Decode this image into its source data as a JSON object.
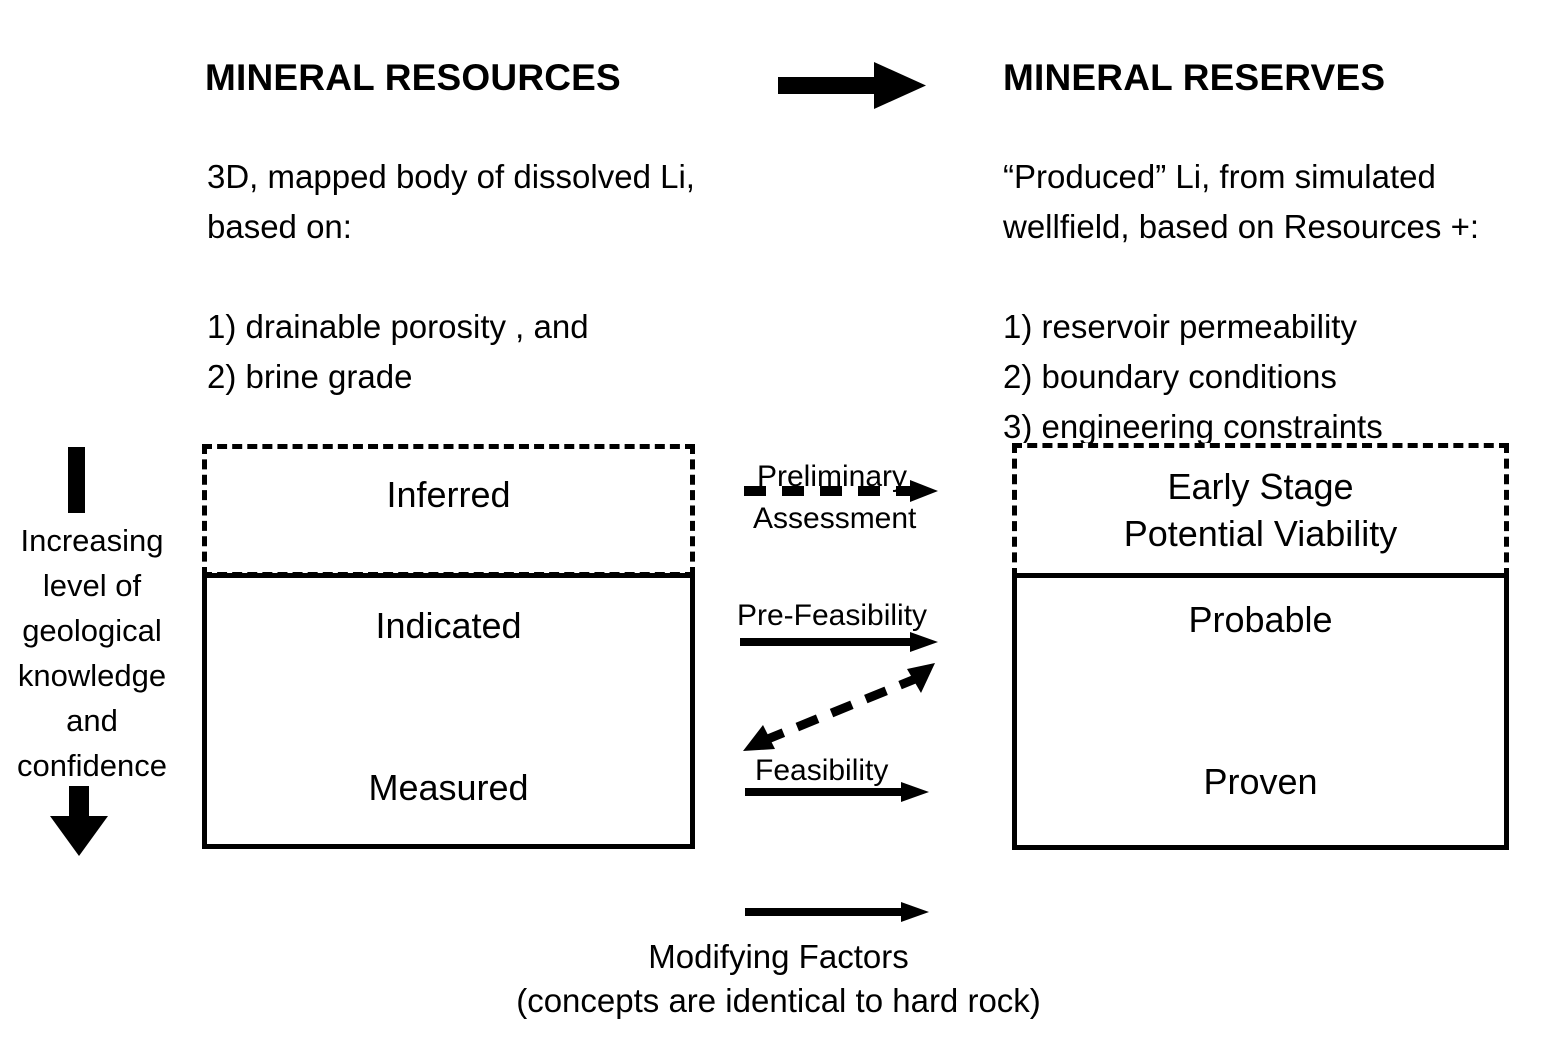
{
  "diagram": {
    "title_left": "MINERAL RESOURCES",
    "title_right": "MINERAL RESERVES",
    "body_left": "3D, mapped body of dissolved Li,\nbased on:\n\n1) drainable porosity , and\n2) brine grade",
    "body_right": "“Produced” Li, from simulated\nwellfield, based on Resources +:\n\n1) reservoir permeability\n2) boundary conditions\n3) engineering constraints",
    "top_arrow_icon": "right-arrow-icon",
    "axis": {
      "label": "Increasing\nlevel of\ngeological\nknowledge\nand\nconfidence",
      "bar_icon": "vertical-bar-icon",
      "head_icon": "down-arrow-head-icon"
    },
    "resources_boxes": [
      {
        "id": "inferred",
        "label": "Inferred",
        "style": "dashed"
      },
      {
        "id": "indicated",
        "label": "Indicated",
        "style": "solid"
      },
      {
        "id": "measured",
        "label": "Measured",
        "style": "solid"
      }
    ],
    "reserves_boxes": [
      {
        "id": "early-stage",
        "label": "Early Stage\nPotential Viability",
        "style": "dashed"
      },
      {
        "id": "probable",
        "label": "Probable",
        "style": "solid"
      },
      {
        "id": "proven",
        "label": "Proven",
        "style": "solid"
      }
    ],
    "transitions": [
      {
        "id": "preliminary-assessment",
        "label_line1": "Preliminary",
        "label_line2": "Assessment",
        "style": "dashed",
        "icon": "dashed-right-arrow-icon"
      },
      {
        "id": "pre-feasibility",
        "label_line1": "Pre-Feasibility",
        "label_line2": "",
        "style": "solid",
        "icon": "solid-right-arrow-icon"
      },
      {
        "id": "bidirectional",
        "label_line1": "",
        "label_line2": "",
        "style": "dashed",
        "icon": "dashed-double-arrow-icon"
      },
      {
        "id": "feasibility",
        "label_line1": "Feasibility",
        "label_line2": "",
        "style": "solid",
        "icon": "solid-right-arrow-icon"
      }
    ],
    "footer": {
      "arrow_icon": "solid-right-arrow-icon",
      "text": "Modifying Factors\n(concepts are identical to hard rock)"
    },
    "colors": {
      "ink": "#000000",
      "background": "#ffffff"
    }
  }
}
